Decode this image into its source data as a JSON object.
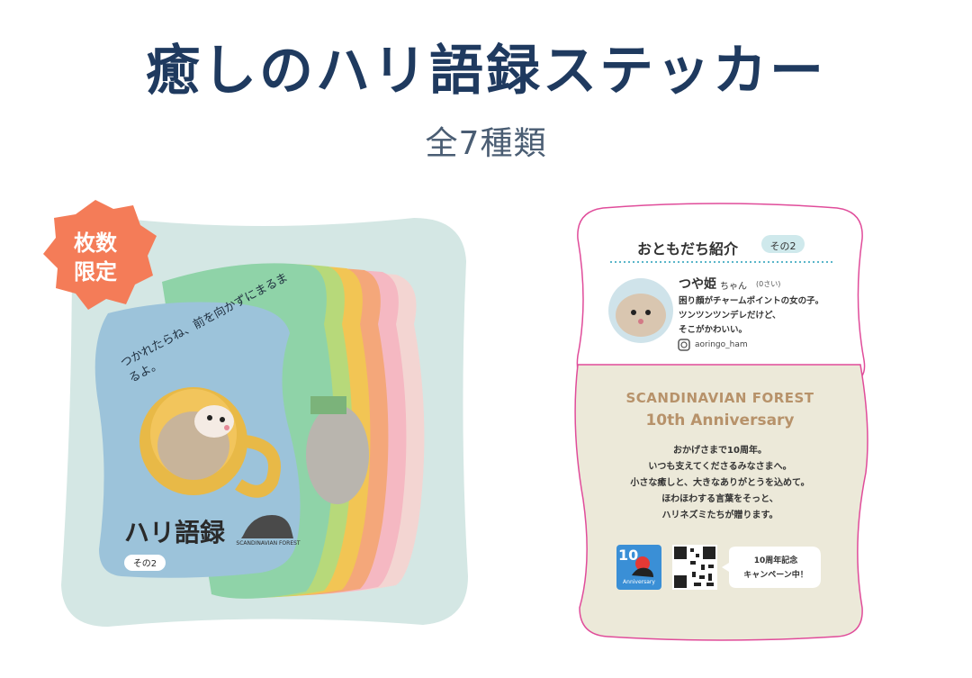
{
  "header": {
    "title": "癒しのハリ語録ステッカー",
    "subtitle": "全7種類"
  },
  "badge": {
    "line1": "枚数",
    "line2": "限定",
    "color": "#f47c58"
  },
  "front_card": {
    "quote": "つかれたらね、前を向かずにまるまるよ。",
    "title": "ハリ語録",
    "tag": "その2",
    "brand": "SCANDINAVIAN FOREST"
  },
  "stack_colors": [
    "#f3d5d2",
    "#f5b8c2",
    "#f4a77a",
    "#f2c554",
    "#b7d97a",
    "#8fd3a8",
    "#f6c96e"
  ],
  "sticker": {
    "heading": "おともだち紹介",
    "heading_tag": "その2",
    "name": "つや姫",
    "name_suffix": "ちゃん",
    "age": "(0さい)",
    "desc_line1": "困り顔がチャームポイントの女の子。",
    "desc_line2": "ツンツンツンデレだけど、",
    "desc_line3": "そこがかわいい。",
    "instagram": "aoringo_ham",
    "brand_line1": "SCANDINAVIAN FOREST",
    "brand_line2": "10th Anniversary",
    "msg_line1": "おかげさまで10周年。",
    "msg_line2": "いつも支えてくださるみなさまへ。",
    "msg_line3": "小さな癒しと、大きなありがとうを込めて。",
    "msg_line4": "ほわほわする言葉をそっと、",
    "msg_line5": "ハリネズミたちが贈ります。",
    "logo_number": "10",
    "logo_word": "Anniversary",
    "bubble_line1": "10周年記念",
    "bubble_line2": "キャンペーン中！"
  },
  "colors": {
    "title": "#1f3a5f",
    "panel_bg": "#d4e7e4",
    "front_card": "#9cc3da",
    "sticker_border": "#e04c9a",
    "sticker_lower": "#ece9d9",
    "brand_text": "#b7926a"
  }
}
